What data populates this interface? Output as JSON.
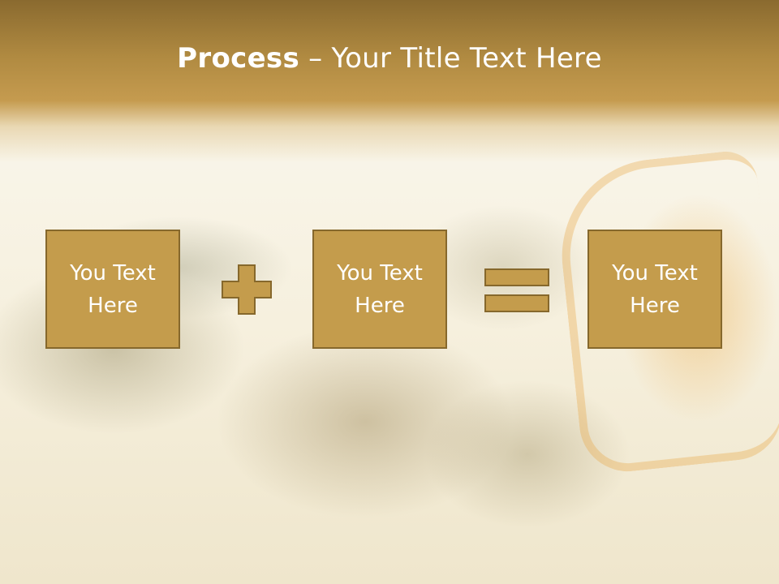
{
  "title": {
    "bold": "Process",
    "rest": " – Your Title Text Here"
  },
  "boxes": [
    {
      "line1": "You Text",
      "line2": "Here"
    },
    {
      "line1": "You Text",
      "line2": "Here"
    },
    {
      "line1": "You Text",
      "line2": "Here"
    }
  ],
  "colors": {
    "box_fill": "#c49c4c",
    "box_border": "#86682c",
    "title_band": "#b08a41",
    "text": "#ffffff"
  },
  "icons": [
    "plus-icon",
    "equals-icon"
  ]
}
